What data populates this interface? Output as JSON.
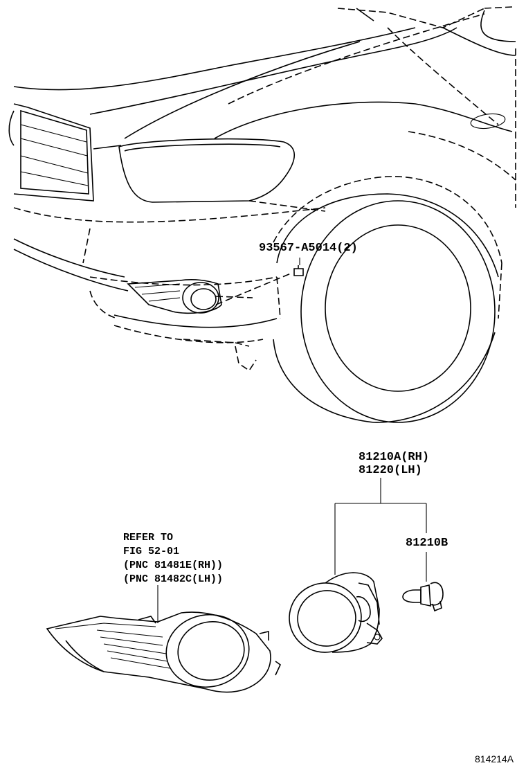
{
  "labels": {
    "bolt": "93567-A5014(2)",
    "fog_lamp_rh": "81210A(RH)",
    "fog_lamp_lh": "81220(LH)",
    "bulb": "81210B",
    "refer_line1": "REFER TO",
    "refer_line2": "FIG 52-01",
    "refer_line3": "(PNC 81481E(RH))",
    "refer_line4": "(PNC 81482C(LH))",
    "diagram_code": "814214A"
  }
}
